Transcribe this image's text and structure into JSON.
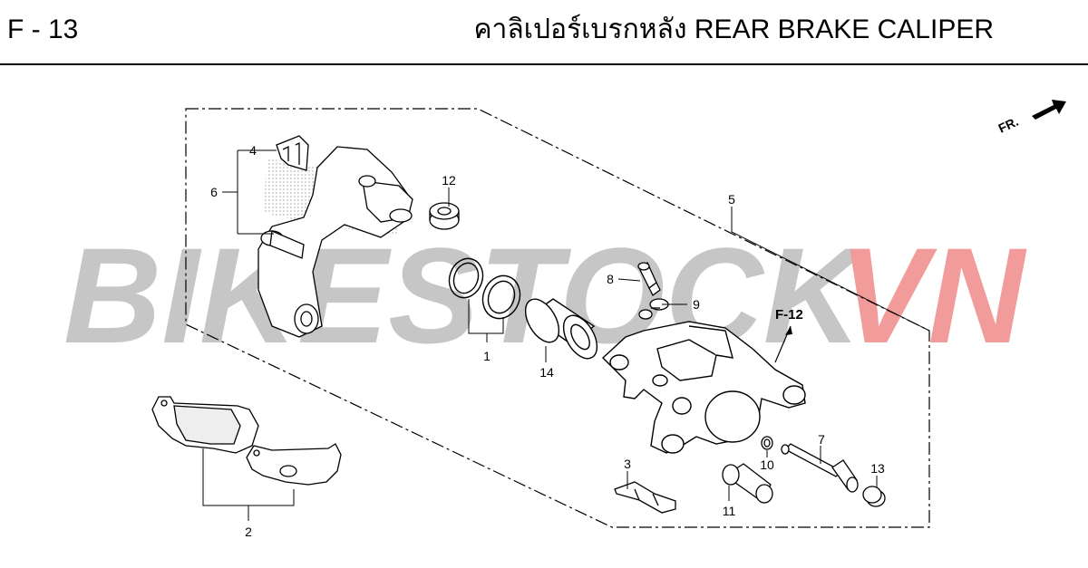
{
  "header": {
    "page_code": "F - 13",
    "title": "คาลิเปอร์เบรกหลัง  REAR BRAKE CALIPER"
  },
  "watermark": {
    "part1": "BIKESTOCK",
    "part2": "VN",
    "part1_color": "#bdbdbd",
    "part2_color": "#f08a8a"
  },
  "direction_label": "FR.",
  "reference_label": "F-12",
  "callouts": {
    "c1": "1",
    "c2": "2",
    "c3": "3",
    "c4": "4",
    "c5": "5",
    "c6": "6",
    "c7": "7",
    "c8": "8",
    "c9": "9",
    "c10": "10",
    "c11": "11",
    "c12": "12",
    "c13": "13",
    "c14": "14"
  },
  "colors": {
    "line": "#000000",
    "background": "#ffffff"
  }
}
